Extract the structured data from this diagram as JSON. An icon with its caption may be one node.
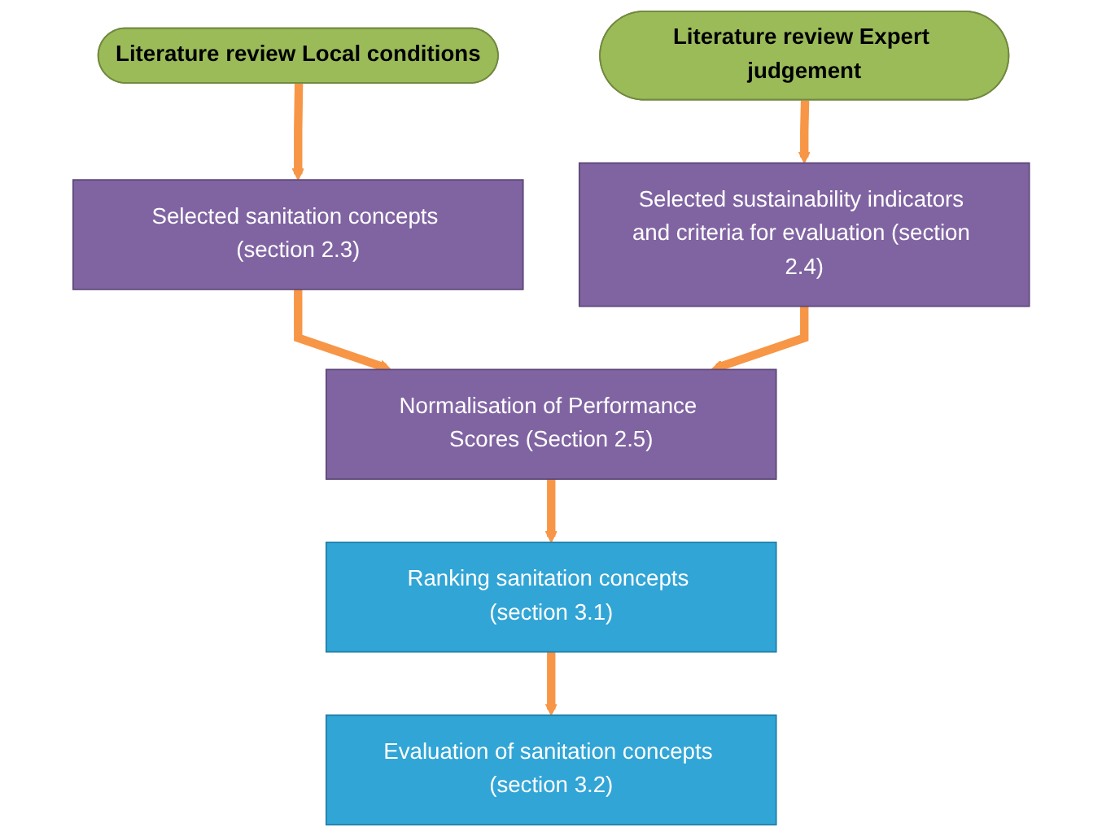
{
  "diagram": {
    "nodes": [
      {
        "text": [
          "Literature review Local conditions"
        ]
      },
      {
        "text": [
          "Literature review Expert judgement"
        ]
      },
      {
        "text": [
          "Selected sanitation concepts (section 2.3)"
        ]
      },
      {
        "text": [
          "Selected sustainability indicators and criteria for evaluation (section 2.4)"
        ]
      },
      {
        "text": [
          "Normalisation of Performance Scores (Section 2.5)"
        ]
      },
      {
        "text": [
          "Ranking sanitation concepts (section 3.1)"
        ]
      },
      {
        "text": [
          "Evaluation of sanitation concepts (section 3.2)"
        ]
      }
    ],
    "edges": [
      {
        "from": 0,
        "to": 2,
        "arrow": "to"
      },
      {
        "from": 1,
        "to": 3,
        "arrow": "to"
      },
      {
        "from": 2,
        "to": 4,
        "arrow": "to"
      },
      {
        "from": 3,
        "to": 4,
        "arrow": "to"
      },
      {
        "from": 4,
        "to": 5,
        "arrow": "to"
      },
      {
        "from": 5,
        "to": 6,
        "arrow": "to"
      }
    ]
  }
}
